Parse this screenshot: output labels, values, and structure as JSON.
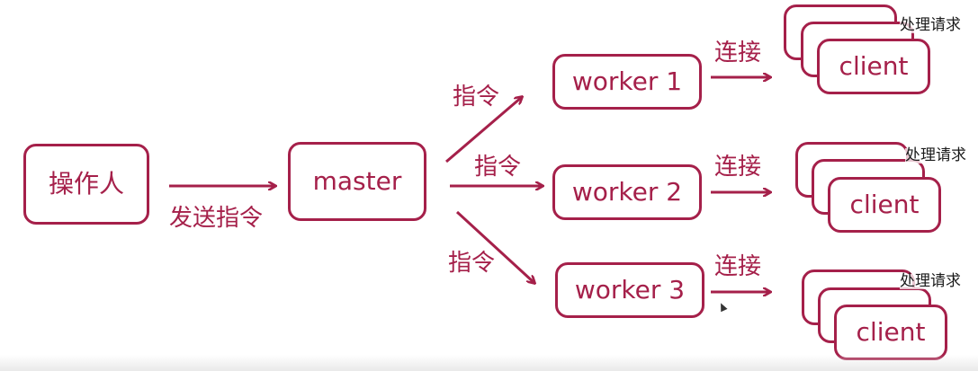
{
  "colors": {
    "accent": "#a5204a",
    "note_text": "#1a1a1a",
    "background": "#ffffff"
  },
  "nodes": {
    "operator": "操作人",
    "master": "master",
    "workers": [
      "worker 1",
      "worker 2",
      "worker 3"
    ],
    "client": "client"
  },
  "edges": {
    "send_command": "发送指令",
    "command": "指令",
    "connect": "连接"
  },
  "notes": {
    "handle_request": "处理请求"
  }
}
